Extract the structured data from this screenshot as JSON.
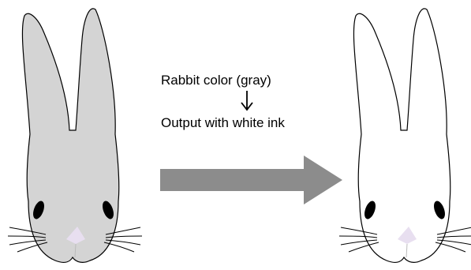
{
  "captions": {
    "line1": "Rabbit color (gray)",
    "line2": "Output with white ink"
  },
  "colors": {
    "rabbit_gray": "#d4d4d4",
    "rabbit_white": "#ffffff",
    "outline": "#000000",
    "eye": "#000000",
    "nose": "#e8dff0",
    "arrow": "#8c8c8c"
  },
  "figures": [
    {
      "name": "gray-rabbit",
      "fill_key": "rabbit_gray"
    },
    {
      "name": "white-rabbit",
      "fill_key": "rabbit_white"
    }
  ]
}
